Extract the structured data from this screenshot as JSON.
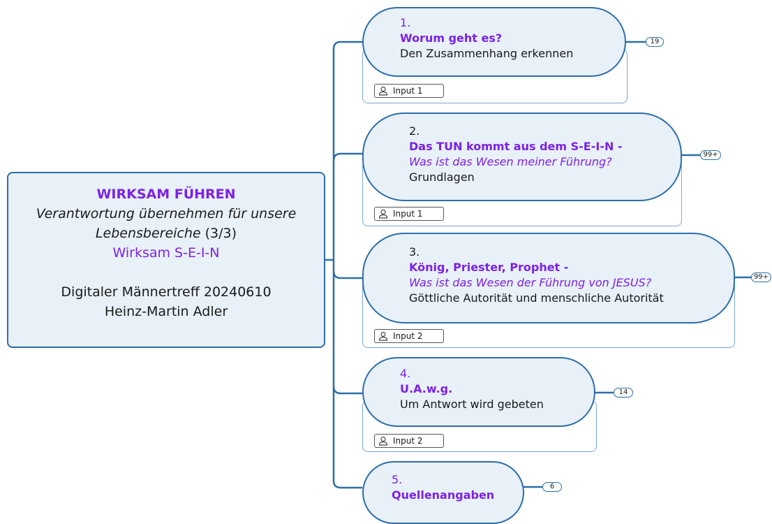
{
  "central": {
    "title": "WIRKSAM FÜHREN",
    "subtitle_italic_1": "Verantwortung übernehmen für unsere",
    "subtitle_italic_2": "Lebensbereiche",
    "subtitle_suffix": " (3/3)",
    "sein": "Wirksam S-E-I-N",
    "event": "Digitaler Männertreff 20240610",
    "author": "Heinz-Martin Adler"
  },
  "topics": [
    {
      "number": "1.",
      "title": "Worum geht es?",
      "question": "",
      "description": "Den Zusammenhang erkennen",
      "tag": "Input 1",
      "count": "19"
    },
    {
      "number": "2.",
      "title": "Das TUN kommt aus dem S-E-I-N -",
      "question": "Was ist das Wesen meiner Führung?",
      "description": "Grundlagen",
      "tag": "Input 1",
      "count": "99+"
    },
    {
      "number": "3.",
      "title": "König, Priester, Prophet -",
      "question": "Was ist das Wesen der Führung von JESUS?",
      "description": "Göttliche Autorität und menschliche Autorität",
      "tag": "Input 2",
      "count": "99+"
    },
    {
      "number": "4.",
      "title": "U.A.w.g.",
      "question": "",
      "description": "Um Antwort wird gebeten",
      "tag": "Input 2",
      "count": "14"
    },
    {
      "number": "5.",
      "title": "Quellenangaben",
      "question": "",
      "description": "",
      "tag": "",
      "count": "6"
    }
  ],
  "icons": {
    "tag_icon": "person-icon"
  },
  "colors": {
    "accent_purple": "#7b22e6",
    "border_blue": "#2d6ea8",
    "fill_light_blue": "#e8f0f8",
    "frame_blue": "#7aa8d6"
  }
}
